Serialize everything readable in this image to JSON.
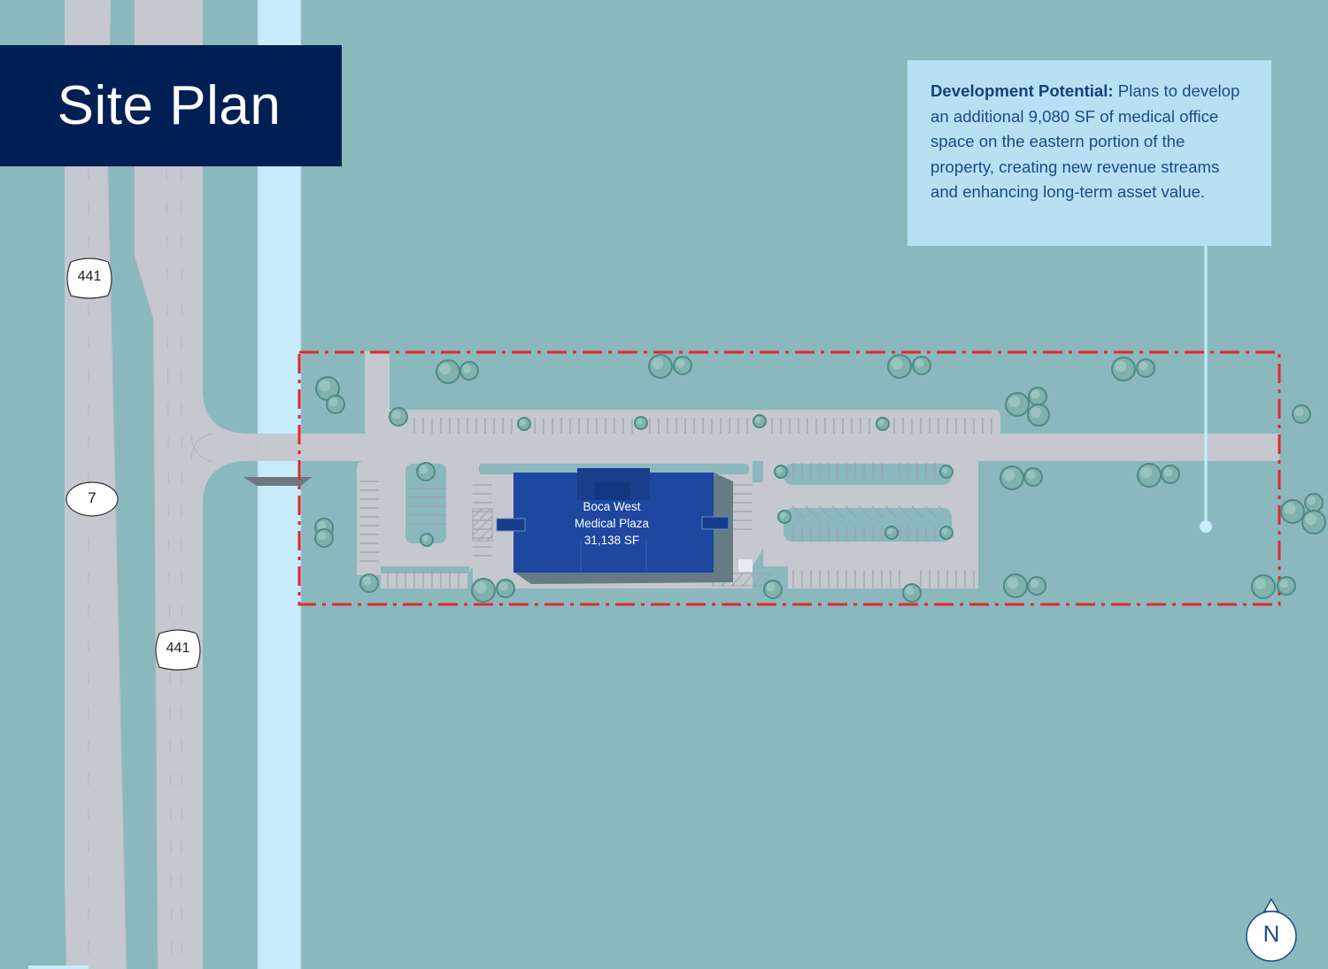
{
  "title": "Site Plan",
  "callout": {
    "heading": "Development Potential:",
    "body": " Plans to develop an additional 9,080 SF of medical office space on the eastern portion of the property, creating new revenue streams and enhancing long-term asset value."
  },
  "route_shields": [
    "441",
    "441"
  ],
  "state_route": "7",
  "building": {
    "name_line1": "Boca West",
    "name_line2": "Medical Plaza",
    "area": "31,138 SF"
  },
  "north_arrow": "N",
  "colors": {
    "background": "#8ab8bc",
    "road": "#c5c8cf",
    "canal": "#c8ecfb",
    "title_box": "#001f55",
    "callout_box": "#b9e0f2",
    "callout_text": "#1a4a86",
    "building": "#1e47a0",
    "property_boundary": "#e02a2f",
    "tree": "#7fb2ac"
  }
}
